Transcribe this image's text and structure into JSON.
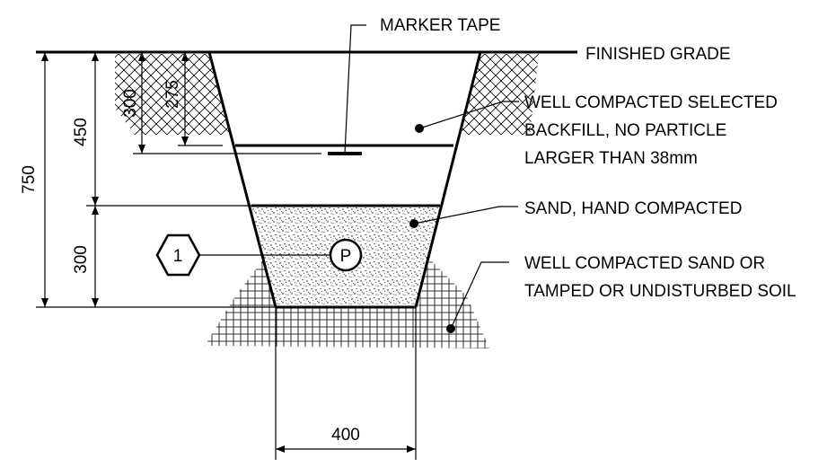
{
  "labels": {
    "marker_tape": "MARKER TAPE",
    "finished_grade": "FINISHED GRADE",
    "backfill_line1": "WELL COMPACTED SELECTED",
    "backfill_line2": "BACKFILL, NO PARTICLE",
    "backfill_line3": "LARGER THAN 38mm",
    "sand": "SAND, HAND COMPACTED",
    "bedding_line1": "WELL COMPACTED SAND OR",
    "bedding_line2": "TAMPED OR UNDISTURBED SOIL"
  },
  "dimensions": {
    "total_depth": "750",
    "backfill_depth": "450",
    "sand_depth": "300",
    "tape_depth_outer": "300",
    "tape_depth_inner": "275",
    "trench_width": "400"
  },
  "tags": {
    "section_number": "1",
    "pipe_symbol": "P"
  }
}
